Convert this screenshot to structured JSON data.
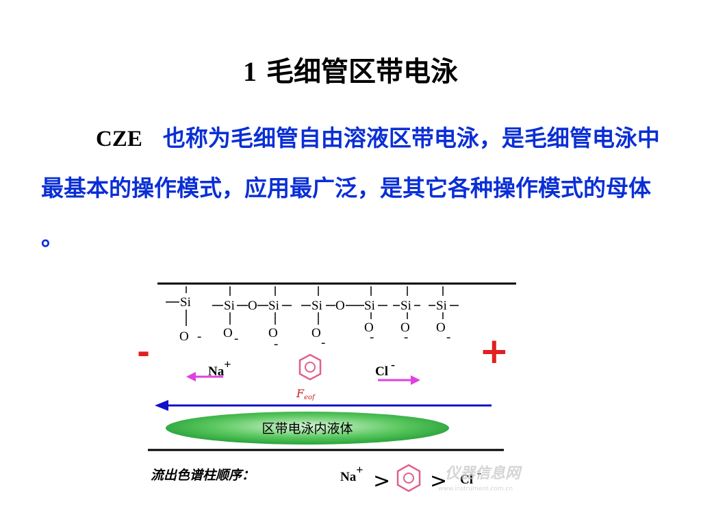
{
  "slide": {
    "title_num": "1",
    "title_text": "毛细管区带电泳",
    "para_abbr": "CZE",
    "para_text": "也称为毛细管自由溶液区带电泳，是毛细管电泳中最基本的操作模式，应用最广泛，是其它各种操作模式的母体 。"
  },
  "diagram": {
    "wall_atoms": {
      "si": "Si",
      "o": "O",
      "minus": "-"
    },
    "minus_sign": "-",
    "plus_sign": "+",
    "cation": "Na",
    "cation_charge": "+",
    "anion": "Cl",
    "anion_charge": "-",
    "force_label": "F",
    "force_sub": "eof",
    "zone_label": "区带电泳内液体",
    "order_label": "流出色谱柱顺序：",
    "gt": ">",
    "watermark": "仪器信息网",
    "watermark_sub": "www.instrument.com.cn",
    "colors": {
      "paragraph": "#0a2fd6",
      "arrow_blue": "#1010c8",
      "arrow_pink": "#e040e0",
      "plus_minus_red": "#e02020",
      "zone_green": "#22a83a",
      "benzene": "#e0608a"
    }
  }
}
